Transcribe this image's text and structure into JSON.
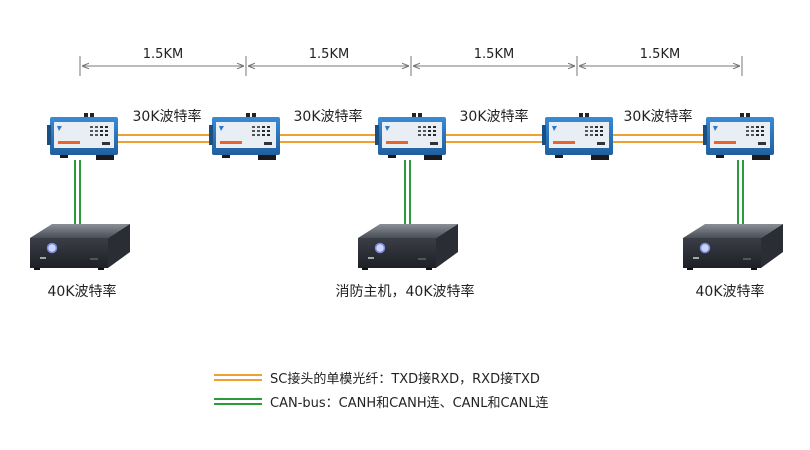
{
  "distances": [
    "1.5KM",
    "1.5KM",
    "1.5KM",
    "1.5KM"
  ],
  "fiber_rates": [
    "30K波特率",
    "30K波特率",
    "30K波特率",
    "30K波特率"
  ],
  "device_labels": {
    "left": "40K波特率",
    "center": "消防主机，40K波特率",
    "right": "40K波特率"
  },
  "legend": {
    "fiber": "SC接头的单模光纤：TXD接RXD，RXD接TXD",
    "canbus": "CAN-bus：CANH和CANH连、CANL和CANL连"
  },
  "colors": {
    "fiber": "#f0a030",
    "canbus": "#2a9a3a",
    "converter_body": "#2c78c4",
    "converter_panel": "#e8eef4",
    "accent": "#e8642a",
    "dimension": "#777777",
    "host": "#333740"
  },
  "icons": {
    "converter": "can-fiber-converter-icon",
    "host": "host-computer-icon"
  }
}
